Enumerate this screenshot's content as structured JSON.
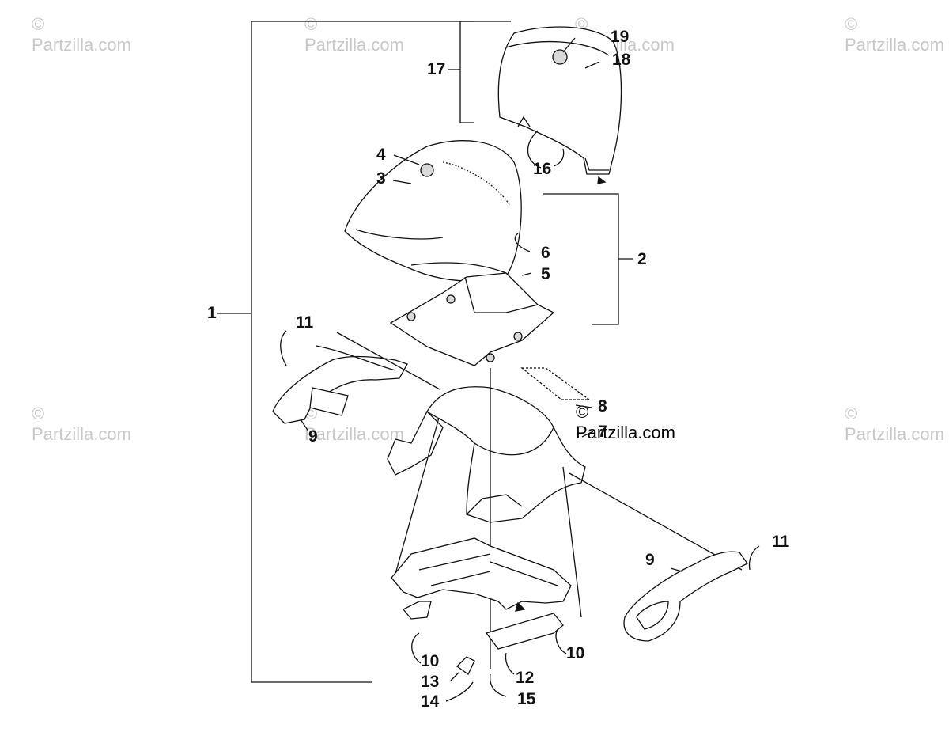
{
  "watermark": {
    "text": "© Partzilla.com",
    "main_text": "© Partzilla.com",
    "color": "#c8c8c8"
  },
  "callouts": [
    "1",
    "2",
    "3",
    "4",
    "5",
    "6",
    "7",
    "8",
    "9",
    "9",
    "10",
    "10",
    "11",
    "11",
    "12",
    "13",
    "14",
    "15",
    "16",
    "17",
    "18",
    "19"
  ],
  "colors": {
    "ink": "#111111",
    "fill": "#ffffff",
    "shade": "#d9d9d9"
  }
}
